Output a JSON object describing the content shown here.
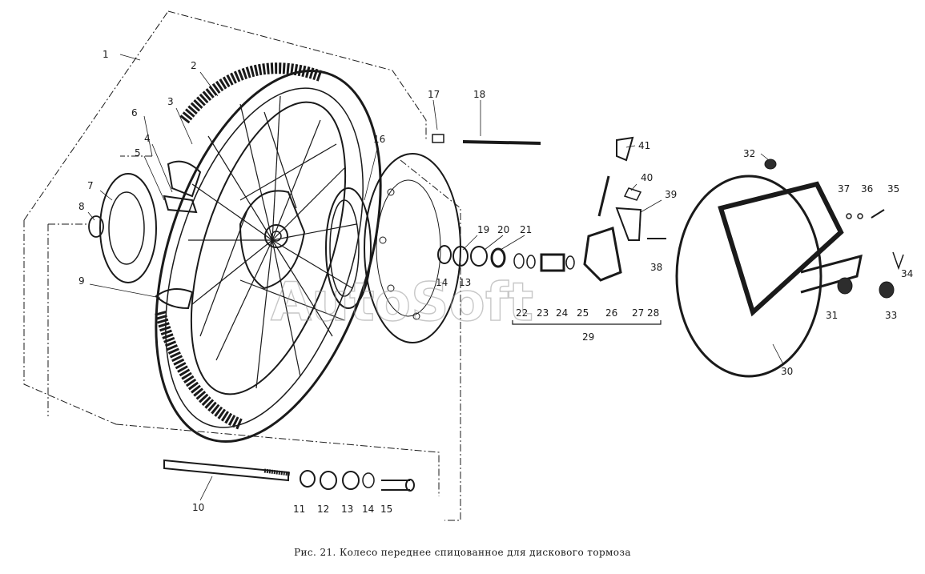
{
  "caption": "Рис. 21. Колесо переднее спицованное для дискового тормоза",
  "watermark": "AutoSoft",
  "part_labels": [
    "1",
    "2",
    "3",
    "4",
    "5",
    "6",
    "7",
    "8",
    "9",
    "10",
    "11",
    "12",
    "13",
    "14",
    "15",
    "16",
    "17",
    "18",
    "19",
    "20",
    "21",
    "22",
    "23",
    "24",
    "25",
    "26",
    "27",
    "28",
    "29",
    "30",
    "31",
    "32",
    "33",
    "34",
    "35",
    "36",
    "37",
    "38",
    "39",
    "40",
    "41",
    "13",
    "14"
  ]
}
